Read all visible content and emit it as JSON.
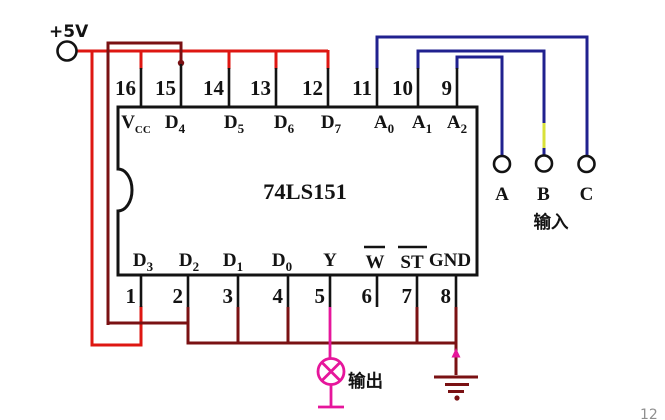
{
  "power": {
    "label": "+5V"
  },
  "chip": {
    "name": "74LS151",
    "top_pins": [
      {
        "number": "16",
        "label": "V",
        "sub": "CC"
      },
      {
        "number": "15",
        "label": "D",
        "sub": "4"
      },
      {
        "number": "14",
        "label": "D",
        "sub": "5"
      },
      {
        "number": "13",
        "label": "D",
        "sub": "6"
      },
      {
        "number": "12",
        "label": "D",
        "sub": "7"
      },
      {
        "number": "11",
        "label": "A",
        "sub": "0"
      },
      {
        "number": "10",
        "label": "A",
        "sub": "1"
      },
      {
        "number": "9",
        "label": "A",
        "sub": "2"
      }
    ],
    "bottom_pins": [
      {
        "number": "1",
        "label": "D",
        "sub": "3"
      },
      {
        "number": "2",
        "label": "D",
        "sub": "2"
      },
      {
        "number": "3",
        "label": "D",
        "sub": "1"
      },
      {
        "number": "4",
        "label": "D",
        "sub": "0"
      },
      {
        "number": "5",
        "label": "Y",
        "sub": ""
      },
      {
        "number": "6",
        "label": "W",
        "sub": "",
        "overline": true
      },
      {
        "number": "7",
        "label": "ST",
        "sub": "",
        "overline": true
      },
      {
        "number": "8",
        "label": "GND",
        "sub": ""
      }
    ]
  },
  "input_terminals": {
    "a": "A",
    "b": "B",
    "c": "C",
    "caption": "输入"
  },
  "output": {
    "caption": "输出"
  },
  "corner_mark": "12",
  "colors": {
    "wire_red": "#de1712",
    "wire_maroon": "#7a1113",
    "wire_blue": "#20218f",
    "wire_magenta": "#e6169b",
    "wire_yellow": "#d9e139",
    "line_black": "#131313"
  }
}
